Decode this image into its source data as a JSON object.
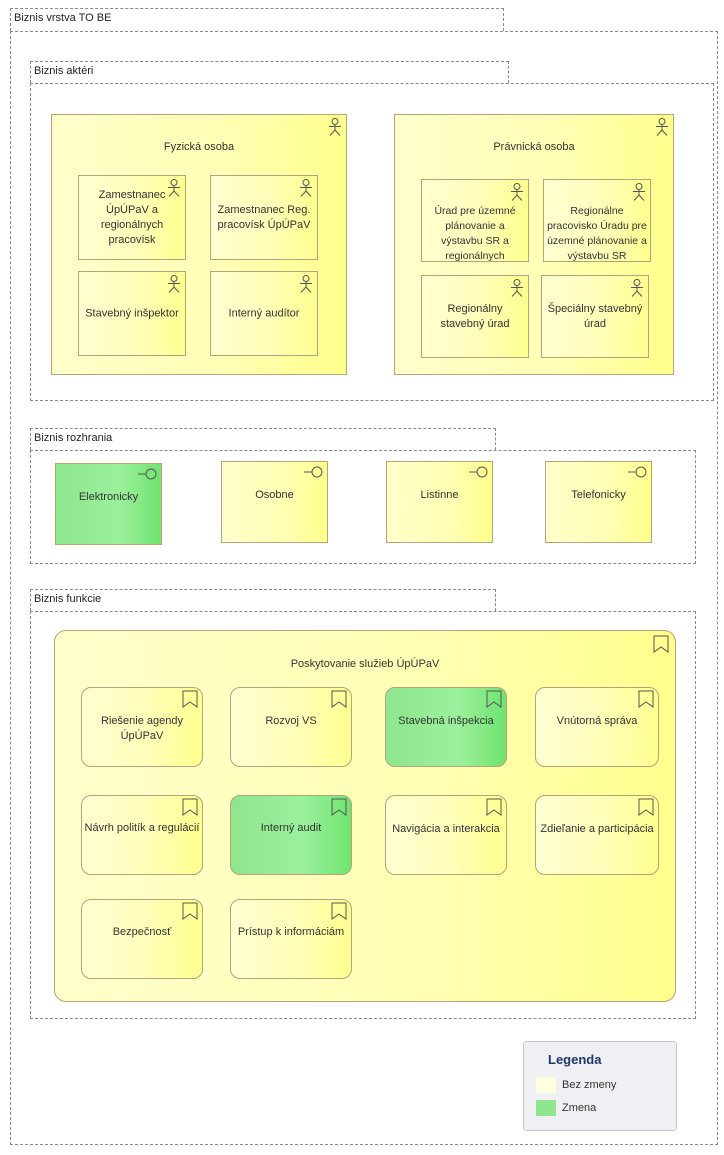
{
  "outer": {
    "title": "Biznis vrstva TO BE"
  },
  "actors": {
    "title": "Biznis aktéri",
    "fyzicka": {
      "title": "Fyzická osoba",
      "items": [
        "Zamestnanec ÚpÚPaV a regionálnych pracovísk",
        "Zamestnanec Reg. pracovísk ÚpÚPaV",
        "Stavebný inšpektor",
        "Interný audítor"
      ]
    },
    "pravnicka": {
      "title": "Právnická osoba",
      "items": [
        "Úrad pre územné plánovanie a výstavbu SR a regionálnych pracovísk",
        "Regionálne pracovisko Úradu pre územné plánovanie a výstavbu SR",
        "Regionálny stavebný úrad",
        "Špeciálny stavebný úrad"
      ]
    }
  },
  "interfaces": {
    "title": "Biznis rozhrania",
    "items": [
      "Elektronicky",
      "Osobne",
      "Listinne",
      "Telefonicky"
    ]
  },
  "functions": {
    "title": "Biznis funkcie",
    "container": "Poskytovanie služieb ÚpÚPaV",
    "items": [
      "Riešenie agendy ÚpÚPaV",
      "Rozvoj VS",
      "Stavebná inšpekcia",
      "Vnútorná správa",
      "Návrh politík a regulácií",
      "Interný audit",
      "Navigácia a interakcia",
      "Zdieľanie a participácia",
      "Bezpečnosť",
      "Prístup k informáciám"
    ]
  },
  "legend": {
    "title": "Legenda",
    "items": [
      {
        "label": "Bez zmeny",
        "color": "#ffffe0"
      },
      {
        "label": "Zmena",
        "color": "#8ee68e"
      }
    ]
  },
  "colors": {
    "yellow": "#ffffb4",
    "green": "#8ee68e",
    "border": "#b7a27a"
  }
}
